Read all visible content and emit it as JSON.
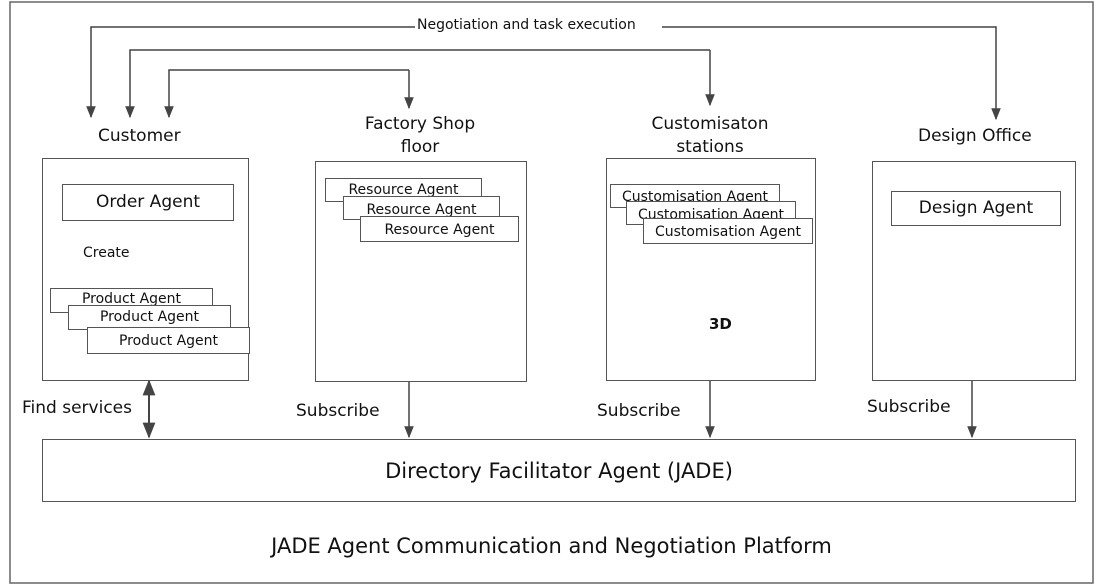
{
  "top_arrow_label": "Negotiation and task execution",
  "columns": {
    "customer": {
      "title": "Customer",
      "order_agent": "Order Agent",
      "create_label": "Create",
      "product_agents": [
        "Product Agent",
        "Product Agent",
        "Product Agent"
      ]
    },
    "factory": {
      "title_line1": "Factory Shop",
      "title_line2": "floor",
      "resource_agents": [
        "Resource Agent",
        "Resource Agent",
        "Resource Agent"
      ]
    },
    "customisation": {
      "title_line1": "Customisaton",
      "title_line2": "stations",
      "customisation_agents": [
        "Customisation Agent",
        "Customisation Agent",
        "Customisation Agent"
      ],
      "printer_label": "3D"
    },
    "design": {
      "title": "Design Office",
      "design_agent": "Design Agent"
    }
  },
  "links": {
    "find_services": "Find services",
    "subscribe_factory": "Subscribe",
    "subscribe_custom": "Subscribe",
    "subscribe_design": "Subscribe"
  },
  "directory_facilitator": "Directory Facilitator Agent (JADE)",
  "platform_label": "JADE Agent Communication and Negotiation Platform",
  "colors": {
    "border": "#555555",
    "robot": "#f2c500",
    "arrow": "#444444"
  }
}
